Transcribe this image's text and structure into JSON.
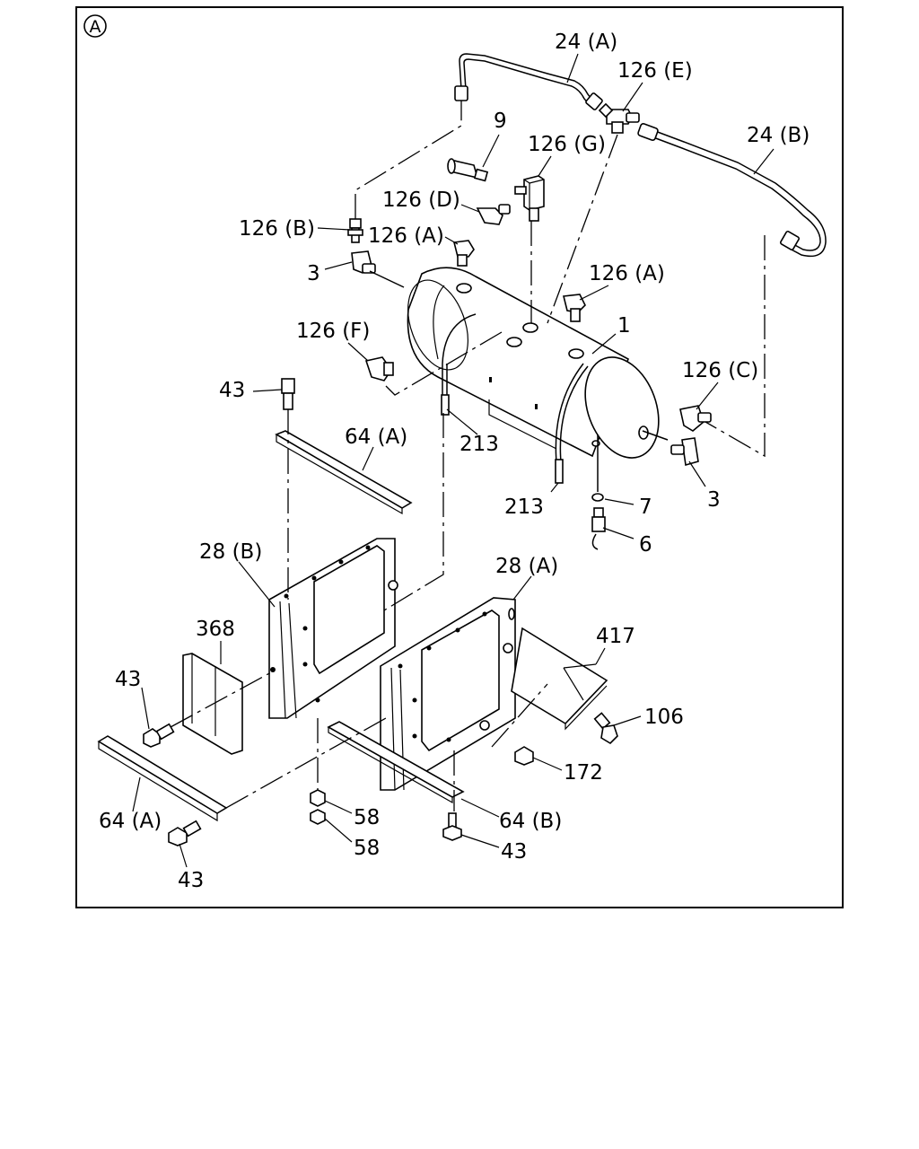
{
  "section_marker": "A",
  "callouts": {
    "c_24a": "24 (A)",
    "c_126e": "126 (E)",
    "c_24b": "24 (B)",
    "c_9": "9",
    "c_126g": "126 (G)",
    "c_126d": "126 (D)",
    "c_126b": "126 (B)",
    "c_126a_1": "126 (A)",
    "c_3_1": "3",
    "c_126a_2": "126 (A)",
    "c_1": "1",
    "c_126f": "126 (F)",
    "c_126c": "126 (C)",
    "c_43_1": "43",
    "c_64a_1": "64 (A)",
    "c_213_1": "213",
    "c_213_2": "213",
    "c_7": "7",
    "c_3_2": "3",
    "c_6": "6",
    "c_28b": "28 (B)",
    "c_28a": "28 (A)",
    "c_368": "368",
    "c_417": "417",
    "c_43_2": "43",
    "c_106": "106",
    "c_172": "172",
    "c_64a_2": "64 (A)",
    "c_58_1": "58",
    "c_64b": "64 (B)",
    "c_58_2": "58",
    "c_43_3": "43",
    "c_43_4": "43"
  }
}
